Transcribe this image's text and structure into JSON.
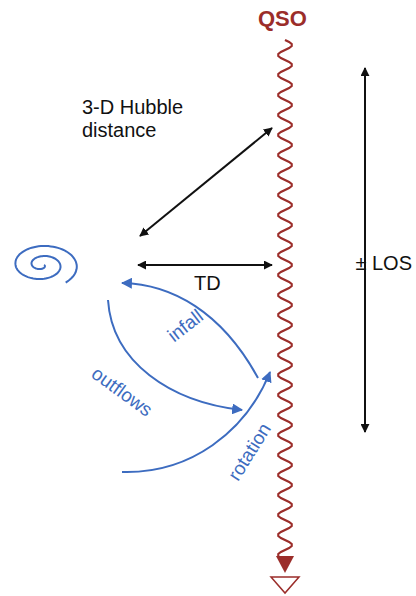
{
  "diagram": {
    "labels": [
      "QSO",
      "3-D Hubble distance",
      "TD",
      "± LOS",
      "infall",
      "outflows",
      "rotation"
    ]
  }
}
